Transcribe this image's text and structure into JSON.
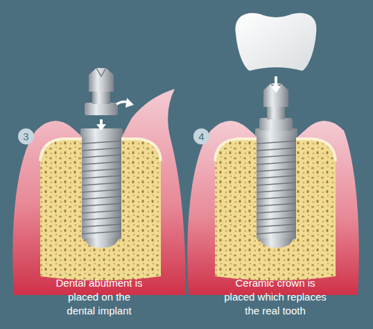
{
  "diagram": {
    "nodes": [
      {
        "text": [
          "3"
        ]
      },
      {
        "text": [
          "4"
        ]
      }
    ],
    "labels": [
      "Dental abutment is placed on the dental implant",
      "Ceramic crown is placed which replaces the real tooth"
    ]
  }
}
